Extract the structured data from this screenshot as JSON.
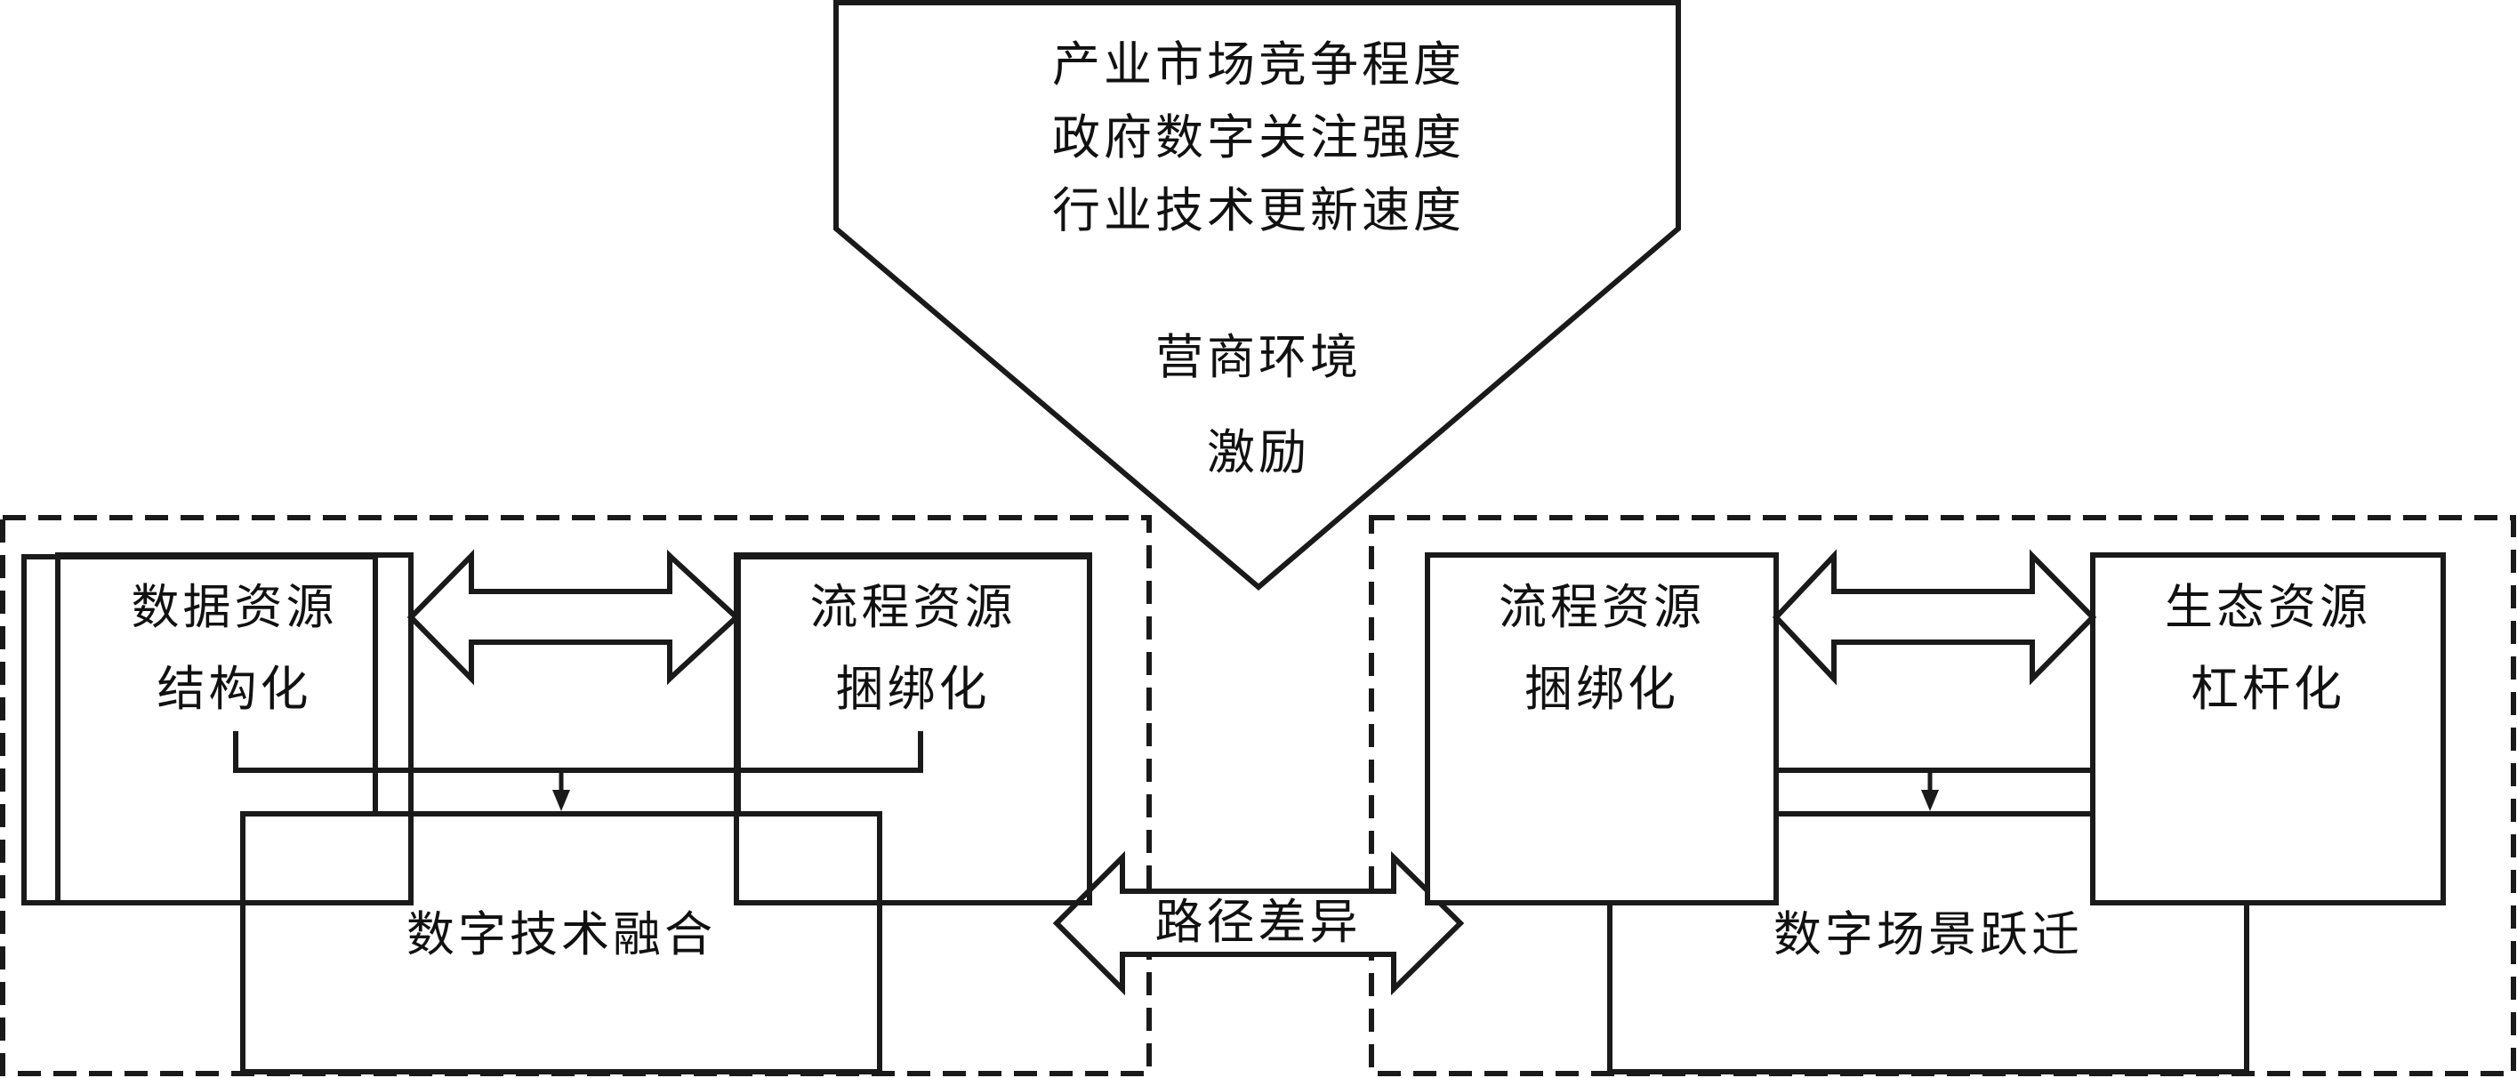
{
  "incentive": {
    "factors": [
      "产业市场竞争程度",
      "政府数字关注强度",
      "行业技术更新速度"
    ],
    "title_line1": "营商环境",
    "title_line2": "激励"
  },
  "left_group": {
    "box_a": {
      "line1": "数据资源",
      "line2": "结构化"
    },
    "box_b": {
      "line1": "流程资源",
      "line2": "捆绑化"
    },
    "outcome": "数字技术融合"
  },
  "right_group": {
    "box_a": {
      "line1": "流程资源",
      "line2": "捆绑化"
    },
    "box_b": {
      "line1": "生态资源",
      "line2": "杠杆化"
    },
    "outcome": "数字场景跃迁"
  },
  "center_arrow": {
    "label": "路径差异"
  },
  "colors": {
    "stroke": "#1a1a1a",
    "background": "#ffffff"
  }
}
